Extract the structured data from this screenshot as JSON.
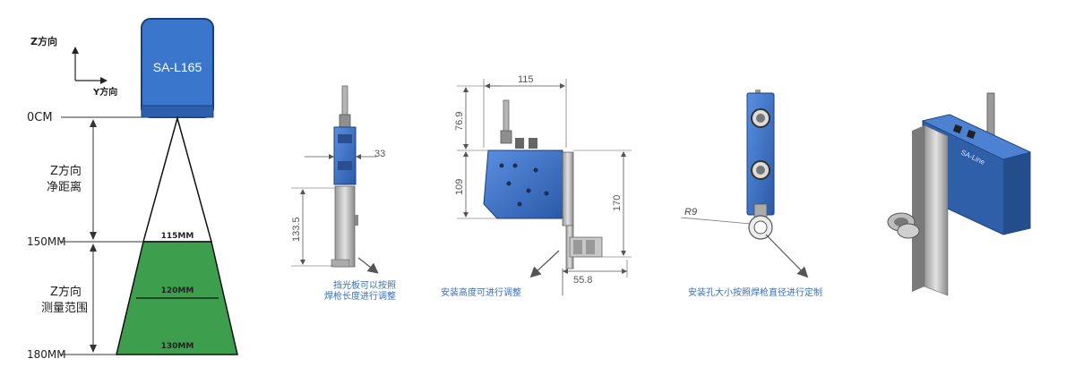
{
  "axes": {
    "z_label": "Z方向",
    "y_label": "Y方向"
  },
  "sensor": {
    "model": "SA-L165"
  },
  "range": {
    "zero": "0CM",
    "mid": "150MM",
    "bottom": "180MM",
    "standoff_line1": "Z方向",
    "standoff_line2": "净距离",
    "measure_line1": "Z方向",
    "measure_line2": "测量范围",
    "width_top": "115MM",
    "width_mid": "120MM",
    "width_bottom": "130MM"
  },
  "view_front": {
    "dim_width": "33",
    "dim_height": "133.5",
    "note_line1": "挡光板可以按照",
    "note_line2": "焊枪长度进行调整"
  },
  "view_side": {
    "dim_top": "115",
    "dim_upper": "76.9",
    "dim_body": "109",
    "dim_total": "170",
    "dim_bottom": "55.8",
    "note": "安装高度可进行调整"
  },
  "view_clamp": {
    "radius": "R9",
    "note": "安装孔大小按照焊枪直径进行定制"
  },
  "view_3d": {
    "brand": "SA-Line"
  },
  "colors": {
    "sensor_blue": "#3c6fc2",
    "beam_green": "#3d9e4e",
    "note_blue": "#3a6fb8"
  }
}
